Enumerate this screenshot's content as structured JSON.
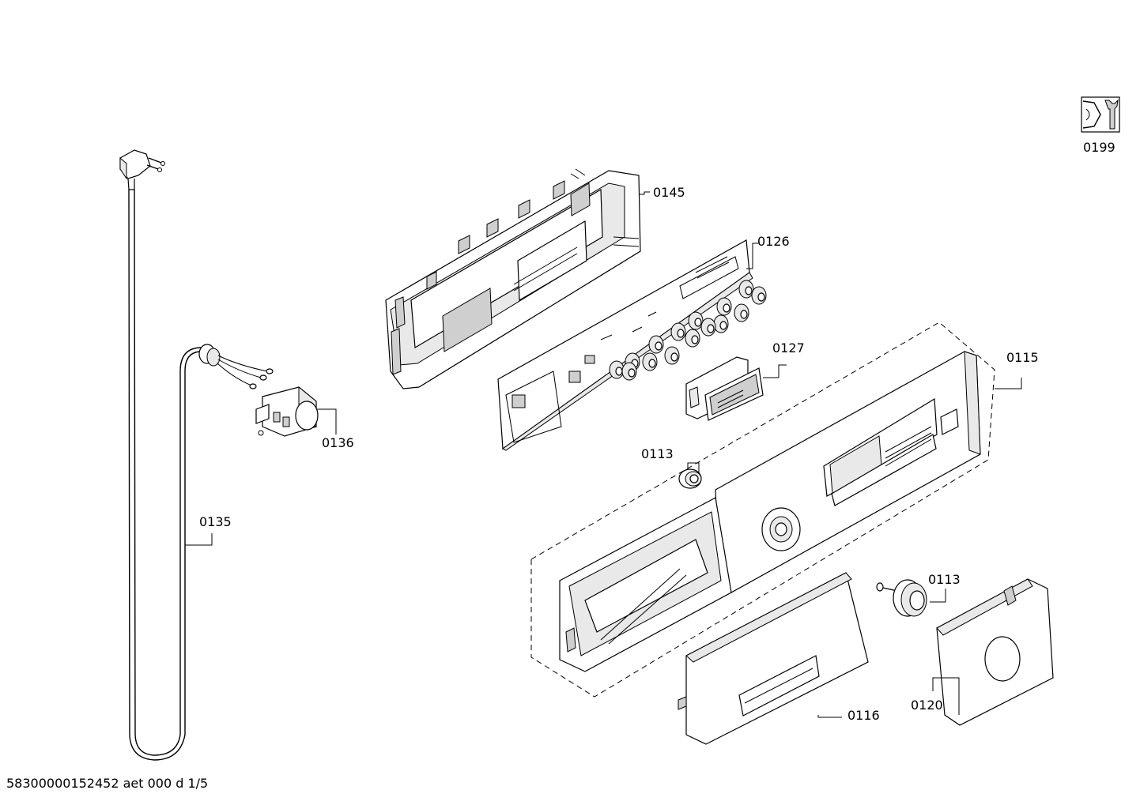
{
  "parts": {
    "p0199": "0199",
    "p0145": "0145",
    "p0126": "0126",
    "p0127": "0127",
    "p0115": "0115",
    "p0136": "0136",
    "p0113a": "0113",
    "p0135": "0135",
    "p0113b": "0113",
    "p0116": "0116",
    "p0120": "0120"
  },
  "footer": {
    "code": "58300000152452 aet 000 d 1/5"
  },
  "icons": {
    "service_tool": "wrench-screw-icon"
  }
}
